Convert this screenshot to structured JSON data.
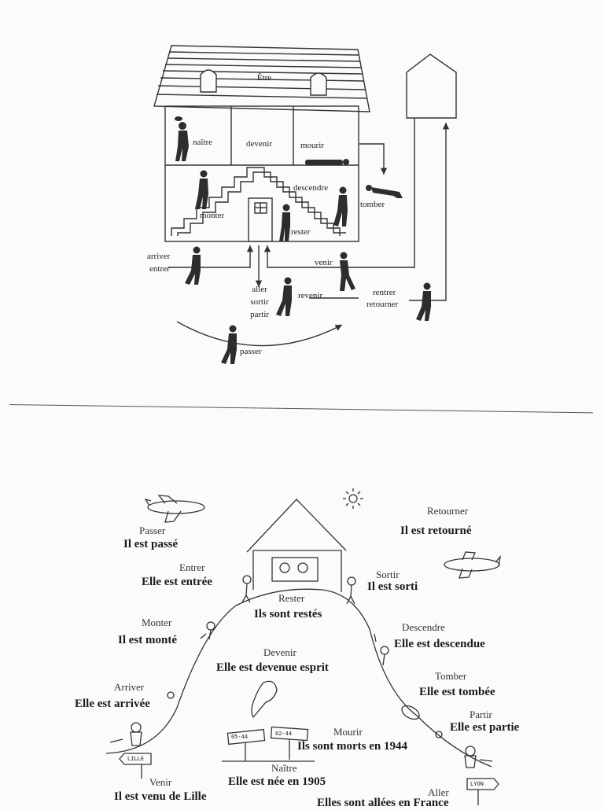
{
  "house_diagram": {
    "roof_label": "Être",
    "rooms": {
      "naitre": "naître",
      "devenir": "devenir",
      "mourir": "mourir",
      "descendre": "descendre",
      "monter": "monter",
      "rester": "rester",
      "tomber": "tomber"
    },
    "outside": {
      "arriver": "arriver",
      "entrer": "entrer",
      "venir": "venir",
      "aller": "aller",
      "sortir": "sortir",
      "partir": "partir",
      "revenir": "revenir",
      "rentrer": "rentrer",
      "retourner": "retourner",
      "passer": "passer"
    }
  },
  "hill_diagram": {
    "items": [
      {
        "verb": "Passer",
        "sentence": "Il est passé"
      },
      {
        "verb": "Entrer",
        "sentence": "Elle est entrée"
      },
      {
        "verb": "Monter",
        "sentence": "Il est monté"
      },
      {
        "verb": "Arriver",
        "sentence": "Elle est arrivée"
      },
      {
        "verb": "Venir",
        "sentence": "Il est venu de Lille"
      },
      {
        "verb": "Rester",
        "sentence": "Ils sont restés"
      },
      {
        "verb": "Devenir",
        "sentence": "Elle est devenue esprit"
      },
      {
        "verb": "Mourir",
        "sentence": "Ils sont morts en 1944"
      },
      {
        "verb": "Naître",
        "sentence": "Elle est née en 1905"
      },
      {
        "verb": "Retourner",
        "sentence": "Il est retourné"
      },
      {
        "verb": "Sortir",
        "sentence": "Il est sorti"
      },
      {
        "verb": "Descendre",
        "sentence": "Elle est descendue"
      },
      {
        "verb": "Tomber",
        "sentence": "Elle est tombée"
      },
      {
        "verb": "Partir",
        "sentence": "Elle est partie"
      },
      {
        "verb": "Aller",
        "sentence": "Elles sont allées en France"
      }
    ],
    "signs": {
      "lille": "LILLE",
      "lyon": "LYON"
    },
    "graves": [
      "05-44",
      "02-44"
    ]
  }
}
